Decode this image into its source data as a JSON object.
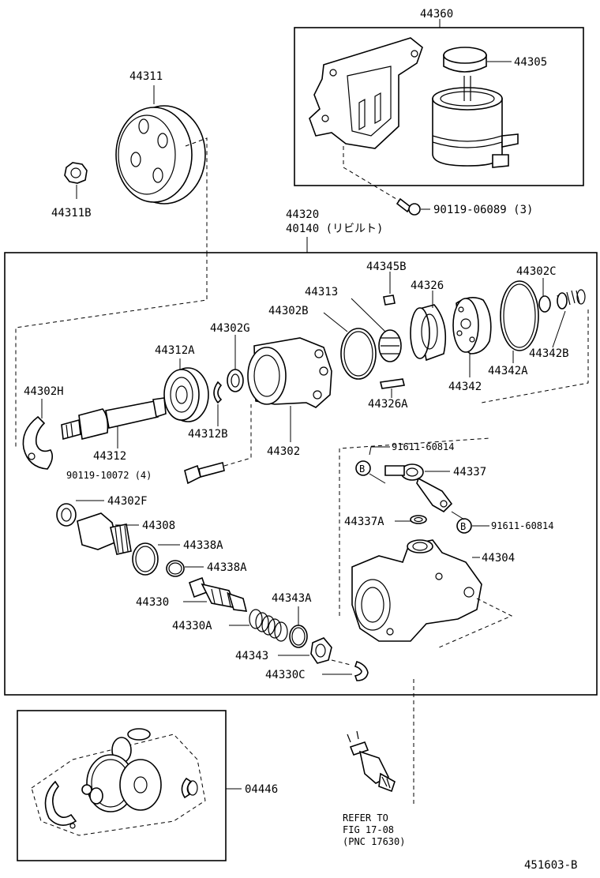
{
  "labels": {
    "p44360": "44360",
    "p44305": "44305",
    "p44311": "44311",
    "p44311B": "44311B",
    "p90119_06089": "90119-06089 (3)",
    "p44320": "44320",
    "p40140": "40140 (リビルト)",
    "p44345B": "44345B",
    "p44302C": "44302C",
    "p44313": "44313",
    "p44326": "44326",
    "p44302B": "44302B",
    "p44302G": "44302G",
    "p44312A": "44312A",
    "p44342B": "44342B",
    "p44342A": "44342A",
    "p44342": "44342",
    "p44302H": "44302H",
    "p44326A": "44326A",
    "p44312B": "44312B",
    "p44312": "44312",
    "p44302": "44302",
    "p90119_10072": "90119-10072 (4)",
    "p91611_a": "91611-60814",
    "p44337": "44337",
    "p44302F": "44302F",
    "p44308": "44308",
    "p44337A": "44337A",
    "p91611_b": "91611-60814",
    "p44338A_1": "44338A",
    "p44338A_2": "44338A",
    "p44304": "44304",
    "p44330": "44330",
    "p44343A": "44343A",
    "p44330A": "44330A",
    "p44343": "44343",
    "p44330C": "44330C",
    "p04446": "04446",
    "refer1": "REFER TO",
    "refer2": "FIG 17-08",
    "refer3": "(PNC 17630)",
    "fig_id": "451603-B",
    "b_marker": "B"
  }
}
